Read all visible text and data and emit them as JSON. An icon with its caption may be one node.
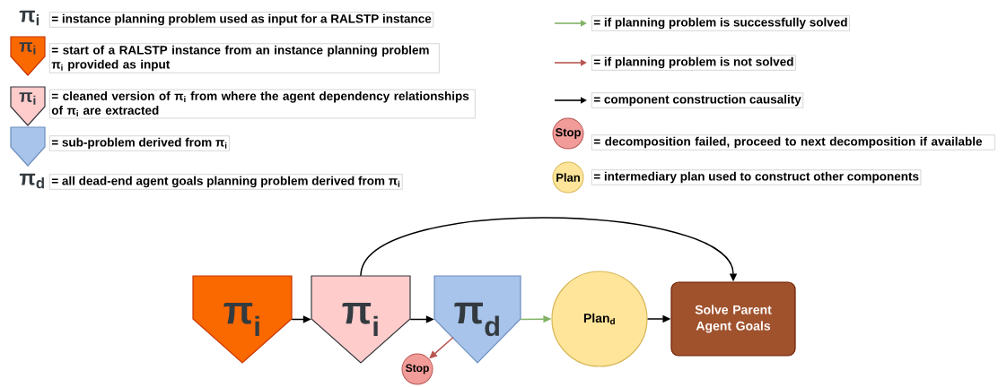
{
  "diagram": {
    "nodes": [
      {
        "text": [
          "π$_{i}$"
        ]
      },
      {
        "text": [
          "π$_{i}$"
        ]
      },
      {
        "text": [
          "π$_{d}$"
        ]
      },
      {
        "text": [
          "Plan$_{d}$"
        ]
      },
      {
        "text": [
          "Solve Parent Agent Goals"
        ]
      },
      {
        "text": [
          "Stop"
        ]
      }
    ],
    "edges": [
      {
        "from": 0,
        "to": 1,
        "arrow": "to"
      },
      {
        "from": 1,
        "to": 2,
        "arrow": "to"
      },
      {
        "from": 2,
        "to": 3,
        "arrow": "to",
        "color": "#82b366"
      },
      {
        "from": 3,
        "to": 4,
        "arrow": "to"
      },
      {
        "from": 1,
        "to": 4,
        "arrow": "to"
      },
      {
        "from": 2,
        "to": 5,
        "arrow": "to",
        "color": "#b85450"
      }
    ],
    "labels": [
      "π$_{i}$",
      "π$_{i}$",
      "π$_{i}$",
      "π$_{d}$",
      "Stop",
      "Plan"
    ],
    "legend": [
      {
        "text": "= instance planning problem used as input for a RALSTP instance"
      },
      {
        "text": "= start of a RALSTP instance from an instance planning problem π$_{i}$ provided as input"
      },
      {
        "text": "= cleaned version of π$_{i}$ from where the agent dependency relationships of π$_{i}$ are extracted"
      },
      {
        "text": "= sub-problem derived from π$_{i}$"
      },
      {
        "text": "= all dead-end agent goals planning problem derived from π$_{i}$"
      },
      {
        "text": "= if planning problem is successfully solved"
      },
      {
        "text": "= if planning problem is not solved"
      },
      {
        "text": "= component construction causality"
      },
      {
        "text": "= decomposition failed, proceed to next decomposition if available"
      },
      {
        "text": "= intermediary plan used to construct other components"
      }
    ]
  }
}
